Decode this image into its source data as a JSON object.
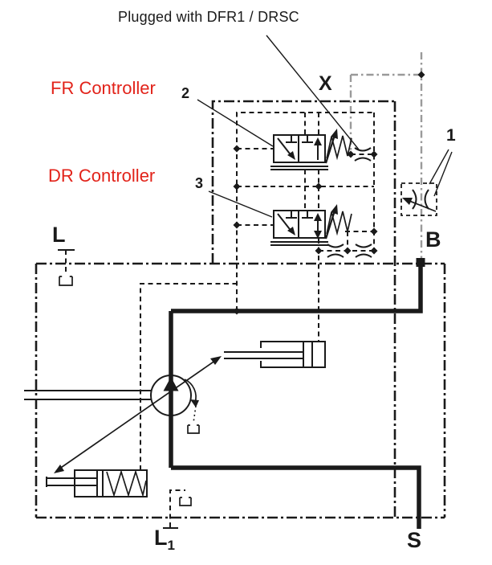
{
  "labels": {
    "plugged_note": "Plugged with DFR1 / DRSC",
    "fr_controller": "FR Controller",
    "fr_number": "2",
    "dr_controller": "DR Controller",
    "dr_number": "3",
    "component_1": "1",
    "port_x": "X",
    "port_b": "B",
    "port_l": "L",
    "port_l1_base": "L",
    "port_l1_sub": "1",
    "port_s": "S"
  },
  "colors": {
    "red_label": "#e2231a",
    "line_black": "#1a1a1a",
    "pilot_grey": "#9a9a9a",
    "background": "#ffffff"
  }
}
